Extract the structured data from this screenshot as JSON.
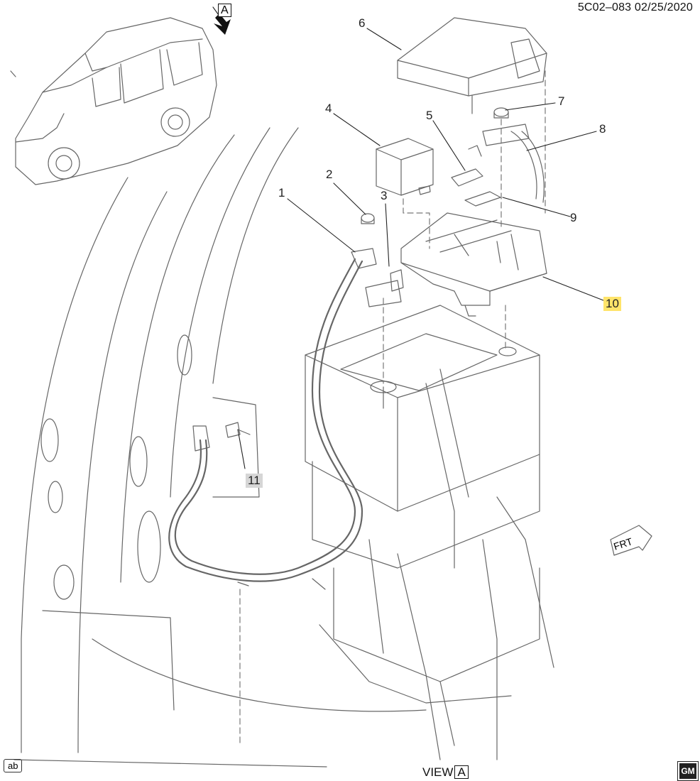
{
  "doc_id": "5C02–083  02/25/2020",
  "view_label": "VIEW",
  "view_letter": "A",
  "view_arrow_letter": "A",
  "frt_label": "FRT",
  "ab_badge": "ab",
  "gm_logo": "GM",
  "callouts": [
    {
      "label": "1"
    },
    {
      "label": "2"
    },
    {
      "label": "3"
    },
    {
      "label": "4"
    },
    {
      "label": "5"
    },
    {
      "label": "6"
    },
    {
      "label": "7"
    },
    {
      "label": "8"
    },
    {
      "label": "9"
    },
    {
      "label": "10",
      "highlight": true
    },
    {
      "label": "11",
      "boxed": true
    }
  ],
  "colors": {
    "line": "#555555",
    "highlight": "#ffe46a"
  }
}
